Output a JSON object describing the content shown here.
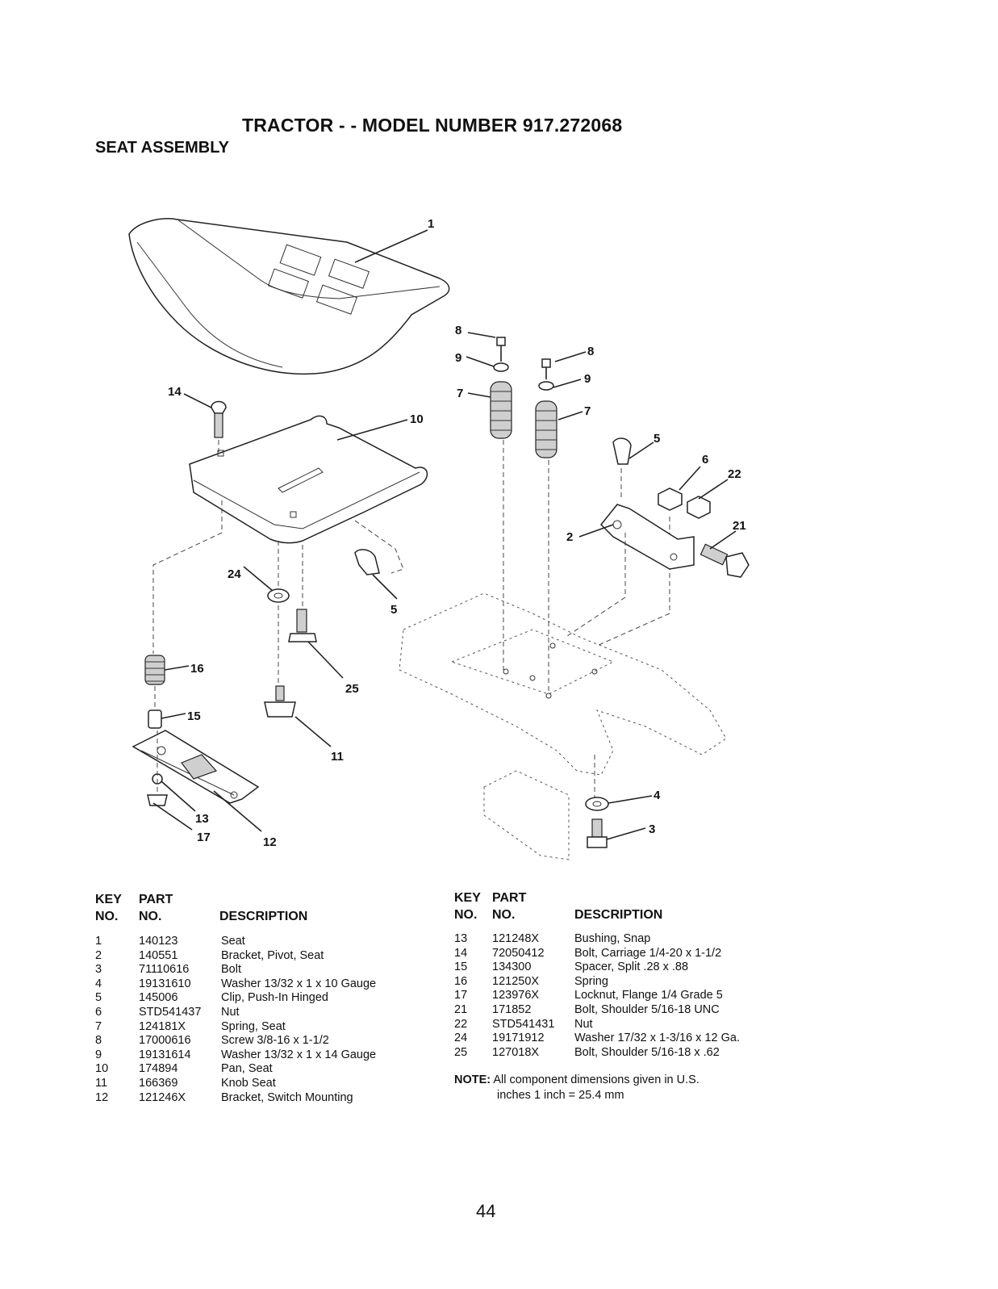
{
  "header": {
    "title": "TRACTOR - - MODEL NUMBER 917.272068",
    "subtitle": "SEAT ASSEMBLY"
  },
  "callouts": [
    "1",
    "8",
    "9",
    "7",
    "8",
    "9",
    "7",
    "14",
    "10",
    "5",
    "6",
    "22",
    "21",
    "2",
    "24",
    "5",
    "16",
    "25",
    "15",
    "11",
    "13",
    "17",
    "12",
    "4",
    "3"
  ],
  "table_headers": {
    "key": "KEY",
    "no": "NO.",
    "part": "PART",
    "part_no": "NO.",
    "description": "DESCRIPTION"
  },
  "parts_left": [
    {
      "key": "1",
      "part": "140123",
      "desc": "Seat"
    },
    {
      "key": "2",
      "part": "140551",
      "desc": "Bracket, Pivot, Seat"
    },
    {
      "key": "3",
      "part": "71110616",
      "desc": "Bolt"
    },
    {
      "key": "4",
      "part": "19131610",
      "desc": "Washer 13/32 x 1 x 10 Gauge"
    },
    {
      "key": "5",
      "part": "145006",
      "desc": "Clip, Push-In Hinged"
    },
    {
      "key": "6",
      "part": "STD541437",
      "desc": "Nut"
    },
    {
      "key": "7",
      "part": "124181X",
      "desc": "Spring, Seat"
    },
    {
      "key": "8",
      "part": "17000616",
      "desc": "Screw 3/8-16 x 1-1/2"
    },
    {
      "key": "9",
      "part": "19131614",
      "desc": "Washer 13/32 x 1 x 14 Gauge"
    },
    {
      "key": "10",
      "part": "174894",
      "desc": "Pan, Seat"
    },
    {
      "key": "11",
      "part": "166369",
      "desc": "Knob Seat"
    },
    {
      "key": "12",
      "part": "121246X",
      "desc": "Bracket, Switch Mounting"
    }
  ],
  "parts_right": [
    {
      "key": "13",
      "part": "121248X",
      "desc": "Bushing, Snap"
    },
    {
      "key": "14",
      "part": "72050412",
      "desc": "Bolt, Carriage 1/4-20 x 1-1/2"
    },
    {
      "key": "15",
      "part": "134300",
      "desc": "Spacer, Split .28 x .88"
    },
    {
      "key": "16",
      "part": "121250X",
      "desc": "Spring"
    },
    {
      "key": "17",
      "part": "123976X",
      "desc": "Locknut, Flange 1/4 Grade 5"
    },
    {
      "key": "21",
      "part": "171852",
      "desc": "Bolt, Shoulder 5/16-18 UNC"
    },
    {
      "key": "22",
      "part": "STD541431",
      "desc": "Nut"
    },
    {
      "key": "24",
      "part": "19171912",
      "desc": "Washer 17/32 x 1-3/16 x 12 Ga."
    },
    {
      "key": "25",
      "part": "127018X",
      "desc": "Bolt, Shoulder 5/16-18 x .62"
    }
  ],
  "note": {
    "label": "NOTE:",
    "line1": "All component dimensions given in U.S.",
    "line2": "inches 1 inch = 25.4 mm"
  },
  "page_number": "44"
}
